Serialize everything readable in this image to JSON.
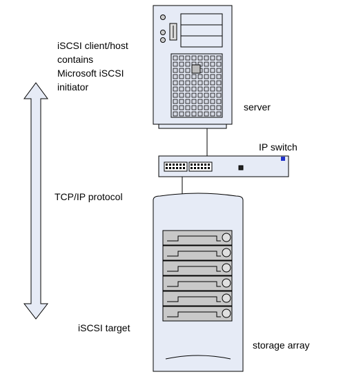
{
  "labels": {
    "client_line1": "iSCSI client/host",
    "client_line2": "contains",
    "client_line3": "Microsoft iSCSI",
    "client_line4": "initiator",
    "server": "server",
    "ip_switch": "IP switch",
    "tcp_ip": "TCP/IP protocol",
    "iscsi_target": "iSCSI target",
    "storage_array": "storage array"
  },
  "colors": {
    "device_fill": "#e6ebf6",
    "outline": "#000000",
    "drive_fill": "#c8c8c8",
    "switch_led": "#2233cc"
  }
}
